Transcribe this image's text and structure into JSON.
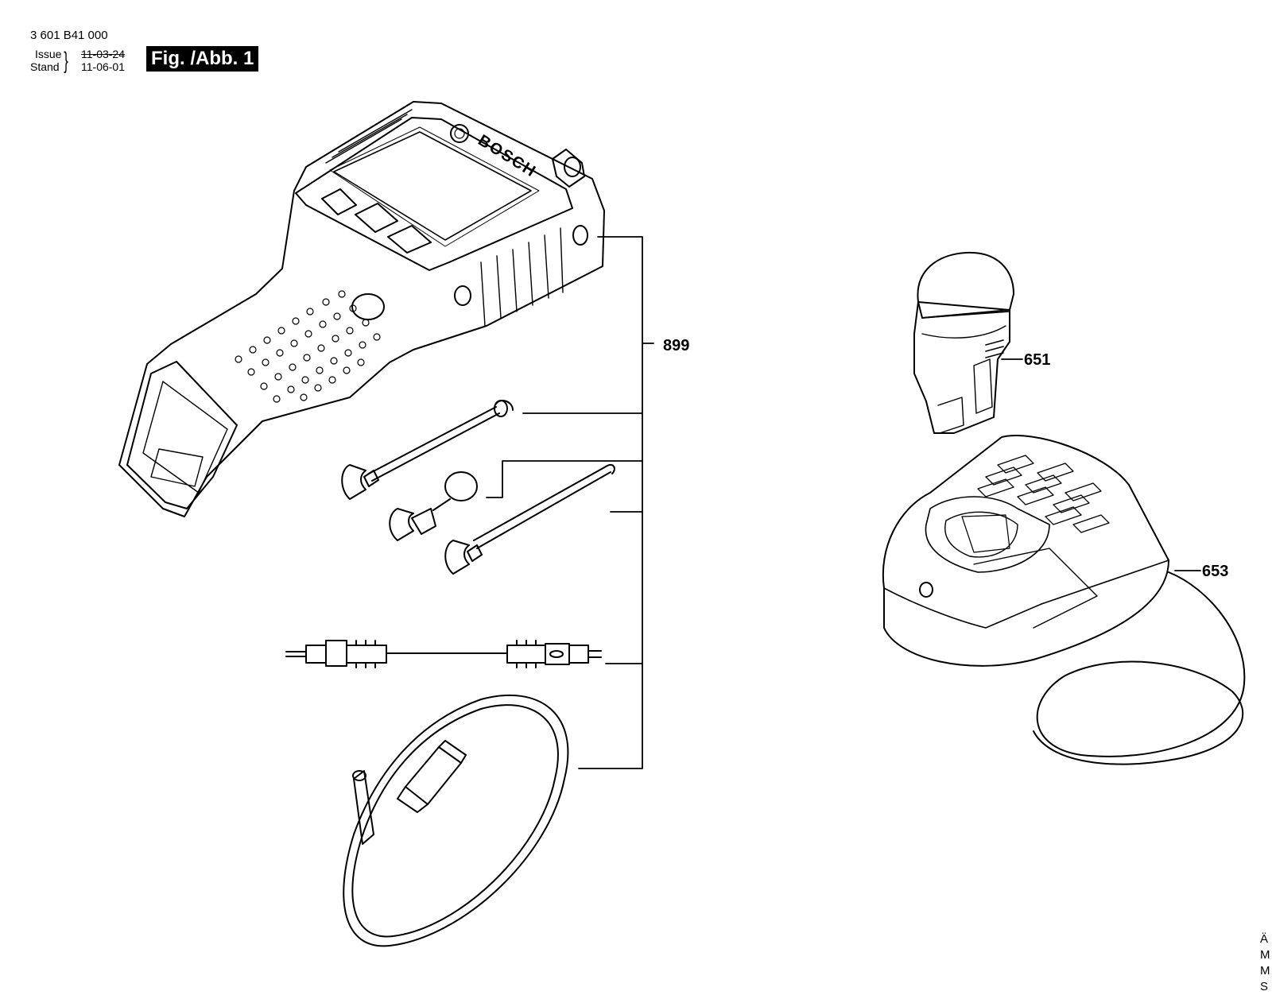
{
  "header": {
    "part_number": "3 601 B41 000",
    "issue_label": "Issue",
    "stand_label": "Stand",
    "issue_date": "11-03-24",
    "stand_date": "11-06-01",
    "figure_label": "Fig. /Abb. 1"
  },
  "device": {
    "brand": "BOSCH"
  },
  "callouts": {
    "set_899": "899",
    "battery_651": "651",
    "charger_653": "653"
  },
  "corner_letters": [
    "Ä",
    "M",
    "M",
    "S"
  ]
}
